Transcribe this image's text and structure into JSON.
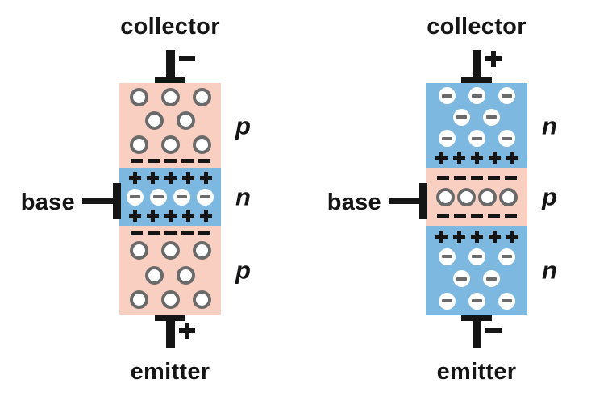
{
  "colors": {
    "background": "#ffffff",
    "ink": "#151515",
    "p_region": "#f9cfc2",
    "n_region": "#7cb8e0",
    "hole_stroke": "#6a6a6a",
    "electron_bar": "#6b6b6b"
  },
  "transistors": [
    {
      "collector": {
        "label": "collector",
        "sign": "−"
      },
      "base": {
        "label": "base"
      },
      "emitter": {
        "label": "emitter",
        "sign": "+"
      },
      "layers": [
        {
          "type": "p",
          "label": "p",
          "rows": [
            {
              "symbol": "hole",
              "count": 3
            },
            {
              "symbol": "hole",
              "count": 2
            },
            {
              "symbol": "hole",
              "count": 3
            },
            {
              "symbol": "dash",
              "count": 5
            }
          ]
        },
        {
          "type": "n",
          "label": "n",
          "rows": [
            {
              "symbol": "plus",
              "count": 5
            },
            {
              "symbol": "electron",
              "count": 4
            },
            {
              "symbol": "plus",
              "count": 5
            }
          ]
        },
        {
          "type": "p",
          "label": "p",
          "rows": [
            {
              "symbol": "dash",
              "count": 5
            },
            {
              "symbol": "hole",
              "count": 3
            },
            {
              "symbol": "hole",
              "count": 2
            },
            {
              "symbol": "hole",
              "count": 3
            }
          ]
        }
      ]
    },
    {
      "collector": {
        "label": "collector",
        "sign": "+"
      },
      "base": {
        "label": "base"
      },
      "emitter": {
        "label": "emitter",
        "sign": "−"
      },
      "layers": [
        {
          "type": "n",
          "label": "n",
          "rows": [
            {
              "symbol": "electron",
              "count": 3
            },
            {
              "symbol": "electron",
              "count": 2
            },
            {
              "symbol": "electron",
              "count": 3
            },
            {
              "symbol": "plus",
              "count": 5
            }
          ]
        },
        {
          "type": "p",
          "label": "p",
          "rows": [
            {
              "symbol": "dash",
              "count": 5
            },
            {
              "symbol": "hole",
              "count": 4
            },
            {
              "symbol": "dash",
              "count": 5
            }
          ]
        },
        {
          "type": "n",
          "label": "n",
          "rows": [
            {
              "symbol": "plus",
              "count": 5
            },
            {
              "symbol": "electron",
              "count": 3
            },
            {
              "symbol": "electron",
              "count": 2
            },
            {
              "symbol": "electron",
              "count": 3
            }
          ]
        }
      ]
    }
  ]
}
